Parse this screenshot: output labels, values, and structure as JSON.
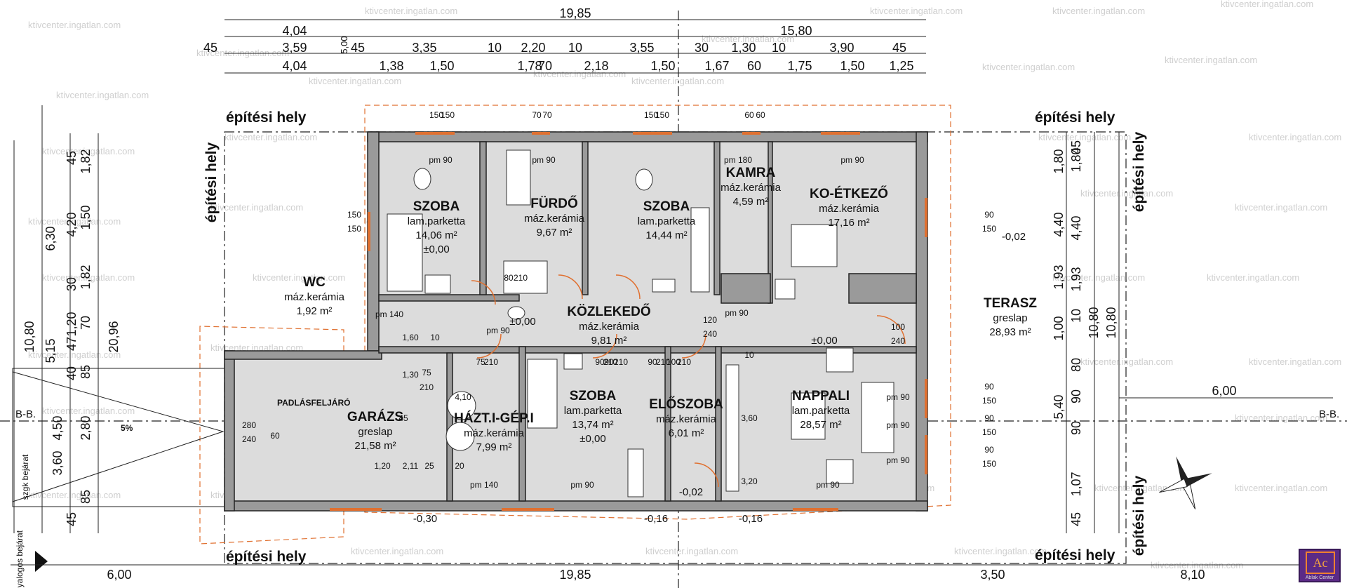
{
  "dims": {
    "top_total": "19,85",
    "top_row1": [
      "4,04",
      "15,80"
    ],
    "top_row2": [
      "45",
      "3,59",
      "45",
      "3,35",
      "10",
      "2,20",
      "10",
      "3,55",
      "30",
      "1,30",
      "10",
      "3,90",
      "45"
    ],
    "top_row3": [
      "4,04",
      "1,38",
      "1,50",
      "1,78",
      "70",
      "2,18",
      "1,50",
      "1,67",
      "60",
      "1,75",
      "1,50",
      "1,25"
    ],
    "top_vertical": "5,00",
    "left_outer": [
      "10,80",
      "20,96"
    ],
    "left_mid": [
      "6,30",
      "5,15",
      "4,50",
      "3,60"
    ],
    "left_inner": [
      "45",
      "4,20",
      "30",
      "1,20",
      "47",
      "40",
      "2,80",
      "85",
      "45"
    ],
    "left_inner2": [
      "1,82",
      "1,50",
      "1,82",
      "70",
      "85"
    ],
    "right_v1": [
      "1,80",
      "4,40",
      "1,93",
      "1,00",
      "5,40"
    ],
    "right_v2": [
      "45",
      "1,80",
      "4,40",
      "1,93",
      "10",
      "80",
      "90",
      "90",
      "1,07",
      "45"
    ],
    "right_v3": [
      "10,80",
      "10,80"
    ],
    "right_h": "6,00",
    "bottom": [
      "6,00",
      "19,85",
      "3,50",
      "8,10"
    ]
  },
  "site_labels": {
    "top_left": "építési hely",
    "top_right": "építési hely",
    "bottom_left": "építési hely",
    "bottom_right": "építési hely",
    "left_vertical": "építési hely",
    "right_vertical_top": "építési hely",
    "right_vertical_bottom": "építési hely"
  },
  "rooms": [
    {
      "name": "SZOBA",
      "material": "lam.parketta",
      "area": "14,06 m²",
      "level": "±0,00"
    },
    {
      "name": "FÜRDŐ",
      "material": "máz.kerámia",
      "area": "9,67 m²"
    },
    {
      "name": "SZOBA",
      "material": "lam.parketta",
      "area": "14,44 m²"
    },
    {
      "name": "KAMRA",
      "material": "máz.kerámia",
      "area": "4,59 m²"
    },
    {
      "name": "KO-ÉTKEZŐ",
      "material": "máz.kerámia",
      "area": "17,16 m²"
    },
    {
      "name": "WC",
      "material": "máz.kerámia",
      "area": "1,92 m²"
    },
    {
      "name": "KÖZLEKEDŐ",
      "material": "máz.kerámia",
      "area": "9,81 m²"
    },
    {
      "name": "TERASZ",
      "material": "greslap",
      "area": "28,93 m²"
    },
    {
      "name": "GARÁZS",
      "material": "greslap",
      "area": "21,58 m²"
    },
    {
      "name": "HÁZT.I-GÉP.I",
      "material": "máz.kerámia",
      "area": "7,99 m²"
    },
    {
      "name": "SZOBA",
      "material": "lam.parketta",
      "area": "13,74 m²",
      "level": "±0,00"
    },
    {
      "name": "ELŐSZOBA",
      "material": "máz.kerámia",
      "area": "6,01 m²"
    },
    {
      "name": "NAPPALI",
      "material": "lam.parketta",
      "area": "28,57 m²"
    }
  ],
  "levels": {
    "hall": "±0,00",
    "living": "±0,00",
    "terrace": "-0,02",
    "entry": "-0,02",
    "garage_out": "-0,30",
    "front1": "-0,16",
    "front2": "-0,16"
  },
  "misc": {
    "padlas": "PADLÁSFELJÁRÓ",
    "section_left": "B-B.",
    "section_right": "B-B.",
    "slope": "5%",
    "car_entry": "szgk bejárat",
    "ped_entry": "gyalogos bejárat"
  },
  "sills": [
    "pm 90",
    "pm 90",
    "pm 180",
    "pm 90",
    "pm 140",
    "pm 90",
    "pm 140",
    "pm 90",
    "pm 90",
    "pm 90",
    "pm 90",
    "pm 90",
    "pm 90"
  ],
  "openings": [
    "150",
    "150",
    "70",
    "70",
    "150",
    "150",
    "60",
    "60",
    "150",
    "150",
    "90",
    "150",
    "90",
    "150",
    "90",
    "150",
    "90",
    "150",
    "100",
    "240",
    "120",
    "240",
    "280",
    "240",
    "75",
    "210",
    "75",
    "210",
    "90",
    "210",
    "90",
    "210",
    "90",
    "210",
    "100",
    "210",
    "80",
    "210",
    "1,60",
    "10",
    "1,30",
    "4,10",
    "1,20",
    "2,11",
    "25",
    "20",
    "45",
    "60",
    "3,60",
    "3,20",
    "10"
  ],
  "logo": {
    "mark": "Ac",
    "caption": "Ablak Center"
  },
  "watermark": "ktivcenter.ingatlan.com"
}
